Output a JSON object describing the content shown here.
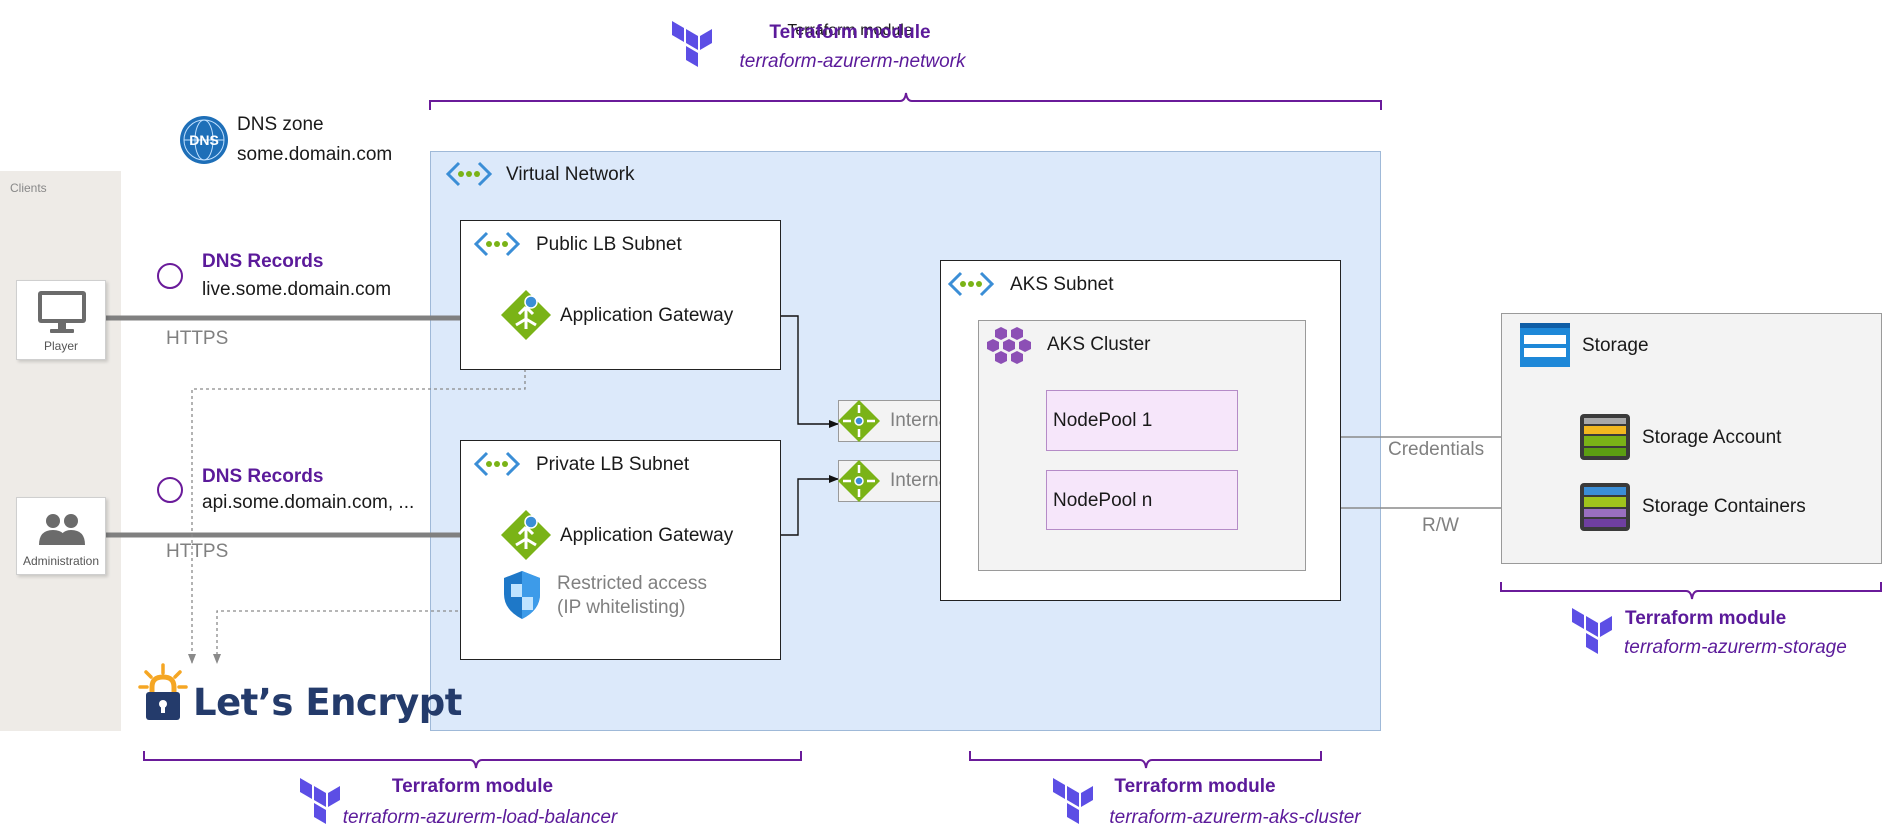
{
  "clients": {
    "title": "Clients",
    "player": "Player",
    "administration": "Administration"
  },
  "dns_zone": {
    "title": "DNS zone",
    "domain": "some.domain.com"
  },
  "dns_records_public": {
    "title": "DNS Records",
    "domain": "live.some.domain.com"
  },
  "dns_records_private": {
    "title": "DNS Records",
    "domain": "api.some.domain.com, ..."
  },
  "https_label": "HTTPS",
  "virtual_network": "Virtual Network",
  "public_subnet": {
    "title": "Public LB Subnet",
    "gateway": "Application Gateway"
  },
  "private_subnet": {
    "title": "Private LB Subnet",
    "gateway": "Application Gateway",
    "restricted_line1": "Restricted access",
    "restricted_line2": "(IP whitelisting)"
  },
  "internal_lb": "Internal LB",
  "aks_subnet": "AKS Subnet",
  "aks_cluster": "AKS Cluster",
  "nodepool_1": "NodePool 1",
  "nodepool_n": "NodePool n",
  "storage": {
    "title": "Storage",
    "account": "Storage Account",
    "containers": "Storage Containers"
  },
  "credentials_label": "Credentials",
  "rw_label": "R/W",
  "lets_encrypt": "Let’s Encrypt",
  "modules": {
    "network": {
      "title": "Terraform module",
      "name": "terraform-azurerm-network"
    },
    "load_balancer": {
      "title": "Terraform module",
      "name": "terraform-azurerm-load-balancer"
    },
    "aks_cluster": {
      "title": "Terraform module",
      "name": "terraform-azurerm-aks-cluster"
    },
    "storage": {
      "title": "Terraform module",
      "name": "terraform-azurerm-storage"
    }
  },
  "colors": {
    "terraform": "#5c4ee5",
    "module_text": "#5b1a9a",
    "gateway": "#7ab317",
    "vnet_fill": "#dce9fa",
    "aks": "#8c4fb5",
    "storage_blue": "#1e88d8"
  },
  "icons": [
    "terraform-icon",
    "dns-icon",
    "monitor-icon",
    "users-icon",
    "vnet-icon",
    "gateway-icon",
    "shield-icon",
    "aks-cluster-icon",
    "storage-icon",
    "storage-account-icon",
    "storage-container-icon",
    "lock-icon",
    "sun-icon"
  ]
}
